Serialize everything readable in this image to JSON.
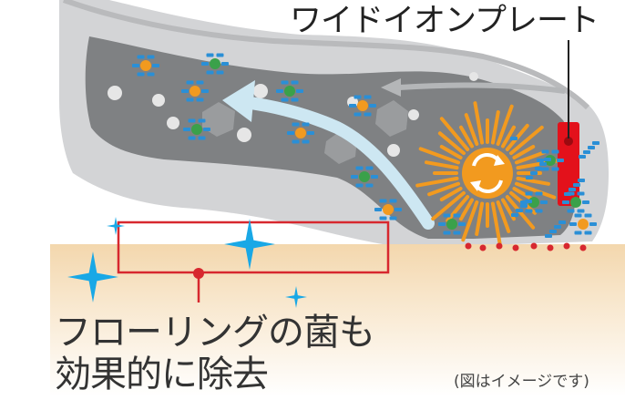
{
  "plate_label": "ワイドイオンプレート",
  "caption": {
    "line1": "フローリングの菌も",
    "line2": "効果的に除去"
  },
  "note": "(図はイメージです)",
  "colors": {
    "floor": "#f6e1c0",
    "body_outer": "#d2d3d5",
    "body_inner": "#7e8082",
    "brush": "#f29a1f",
    "plate": "#e3111b",
    "ion_blue": "#2a8fd6",
    "ion_green": "#3aa14a",
    "ion_orange": "#f29a1f",
    "sparkle": "#19a8e6",
    "airflow": "#cfe8f2",
    "frame": "#d7282f"
  },
  "icons": [
    "sparkle-icon",
    "ion-cluster-icon",
    "rotation-arrows-icon",
    "airflow-arrow-icon"
  ]
}
